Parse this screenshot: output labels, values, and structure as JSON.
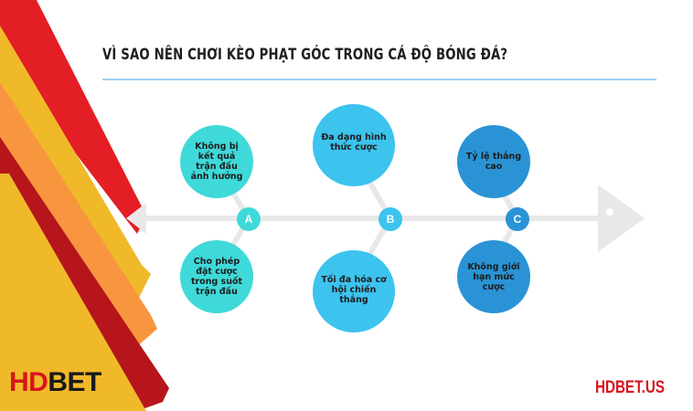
{
  "title": "VÌ SAO NÊN CHƠI KÈO PHẠT GÓC TRONG CÁ ĐỘ BÓNG ĐÁ?",
  "colors": {
    "red": "#e31e24",
    "yellow": "#f0b92a",
    "orange": "#f7963f",
    "dark_red": "#b5151b",
    "spine": "#e8e8e8",
    "teal": "#3fd9d9",
    "sky": "#3cc3ee",
    "blue": "#2a93d5"
  },
  "markers": {
    "a": "A",
    "b": "B",
    "c": "C"
  },
  "nodes": {
    "a_top": "Không bị kết quả trận đấu ảnh hưởng",
    "a_bottom": "Cho phép đặt cược trong suốt trận đấu",
    "b_top": "Đa dạng hình thức cược",
    "b_bottom": "Tối đa hóa cơ hội chiến thắng",
    "c_top": "Tỷ lệ thắng cao",
    "c_bottom": "Không giới hạn mức cược"
  },
  "logo": {
    "left": "HD",
    "right": "BET"
  },
  "website": "HDBET.US"
}
